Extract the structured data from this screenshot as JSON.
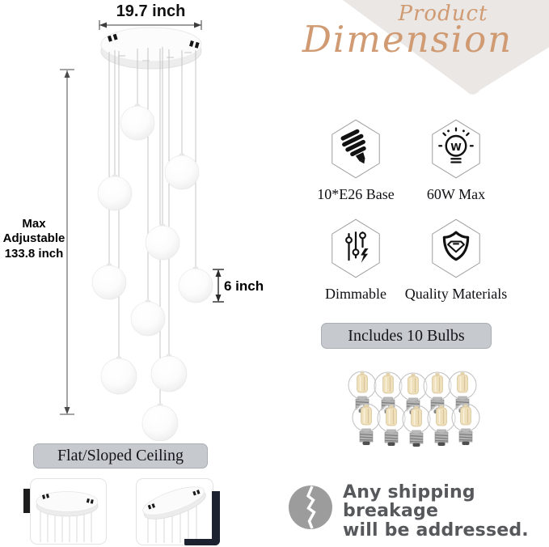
{
  "header": {
    "eyebrow": "Product",
    "title": "Dimension"
  },
  "dimensions": {
    "width_label": "19.7 inch",
    "height_label": "Max\nAdjustable\n133.8 inch",
    "globe_label": "6 inch"
  },
  "features": [
    {
      "icon": "cfl-bulb-icon",
      "label": "10*E26 Base"
    },
    {
      "icon": "wattage-bulb-icon",
      "label": "60W Max"
    },
    {
      "icon": "dimmer-sliders-icon",
      "label": "Dimmable"
    },
    {
      "icon": "shield-quality-icon",
      "label": "Quality Materials"
    }
  ],
  "includes": {
    "label": "Includes 10 Bulbs",
    "bulb_count": 10
  },
  "ceiling": {
    "label": "Flat/Sloped Ceiling"
  },
  "shipping": {
    "text": "Any shipping breakage\nwill be addressed."
  },
  "colors": {
    "accent_peach": "#d09a72",
    "ribbon_gray": "#eae7e5",
    "button_gray": "#c6c9cd",
    "shipping_text_gray": "#57585b",
    "crack_circle_gray": "#9c9c9c"
  }
}
